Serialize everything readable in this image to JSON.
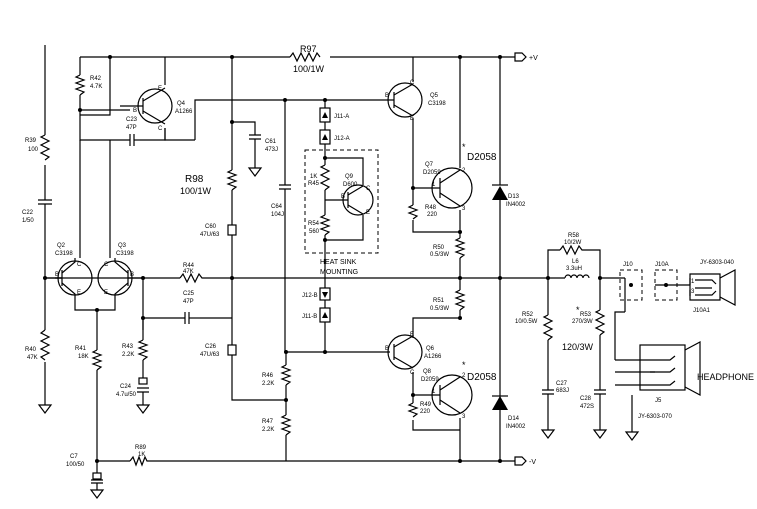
{
  "rails": {
    "pos": "+V",
    "neg": "-V"
  },
  "resistors": {
    "r97": {
      "ref": "R97",
      "value": "100/1W"
    },
    "r98": {
      "ref": "R98",
      "value": "100/1W"
    },
    "r42": {
      "ref": "R42",
      "value": "4.7K"
    },
    "r39": {
      "ref": "R39",
      "value": "100"
    },
    "r40": {
      "ref": "R40",
      "value": "47K"
    },
    "r41": {
      "ref": "R41",
      "value": "18K"
    },
    "r43": {
      "ref": "R43",
      "value": "2.2K"
    },
    "r44": {
      "ref": "R44",
      "value": "47K"
    },
    "r45": {
      "ref": "R45",
      "value": "1K"
    },
    "r54": {
      "ref": "R54",
      "value": "560"
    },
    "r46": {
      "ref": "R46",
      "value": "2.2K"
    },
    "r47": {
      "ref": "R47",
      "value": "2.2K"
    },
    "r48": {
      "ref": "R48",
      "value": "220"
    },
    "r49": {
      "ref": "R49",
      "value": "220"
    },
    "r50": {
      "ref": "R50",
      "value": "0.5/3W"
    },
    "r51": {
      "ref": "R51",
      "value": "0.5/3W"
    },
    "r52": {
      "ref": "R52",
      "value": "10/0.5W"
    },
    "r53": {
      "ref": "R53",
      "value": "270/3W",
      "note": "120/3W"
    },
    "r58": {
      "ref": "R58",
      "value": "10/2W"
    },
    "r89": {
      "ref": "R89",
      "value": "1K"
    }
  },
  "capacitors": {
    "c22": {
      "ref": "C22",
      "value": "1/50"
    },
    "c23": {
      "ref": "C23",
      "value": "47P"
    },
    "c61": {
      "ref": "C61",
      "value": "473J"
    },
    "c60": {
      "ref": "C60",
      "value": "47U/63"
    },
    "c64": {
      "ref": "C64",
      "value": "104J"
    },
    "c25": {
      "ref": "C25",
      "value": "47P"
    },
    "c26": {
      "ref": "C26",
      "value": "47U/63"
    },
    "c24": {
      "ref": "C24",
      "value": "4.7u/50"
    },
    "c7": {
      "ref": "C7",
      "value": "100/50"
    },
    "c27": {
      "ref": "C27",
      "value": "683J"
    },
    "c28": {
      "ref": "C28",
      "value": "472S"
    }
  },
  "transistors": {
    "q2": {
      "ref": "Q2",
      "part": "C3198"
    },
    "q3": {
      "ref": "Q3",
      "part": "C3198"
    },
    "q4": {
      "ref": "Q4",
      "part": "A1266"
    },
    "q5": {
      "ref": "Q5",
      "part": "C3198"
    },
    "q6": {
      "ref": "Q6",
      "part": "A1266"
    },
    "q7": {
      "ref": "Q7",
      "part": "D2059"
    },
    "q8": {
      "ref": "Q8",
      "part": "D2059"
    },
    "q9": {
      "ref": "Q9",
      "part": "D600"
    },
    "q7_note": "D2058",
    "q8_note": "D2058"
  },
  "diodes": {
    "d13": {
      "ref": "D13",
      "part": "IN4002"
    },
    "d14": {
      "ref": "D14",
      "part": "IN4002"
    }
  },
  "inductor": {
    "ref": "L6",
    "value": "3.3uH"
  },
  "connectors": {
    "j11a": "J11-A",
    "j12a": "J12-A",
    "j12b": "J12-B",
    "j11b": "J11-B",
    "j10": "J10",
    "j10a": "J10A",
    "j10a1": "J10A1",
    "jy040": "JY-6303-040",
    "j5": "J5",
    "jy070": "JY-6303-070"
  },
  "labels": {
    "heat_sink": "HEAT SINK",
    "mounting": "MOUNTING",
    "headphone": "HEADPHONE",
    "asterisk": "*"
  },
  "pin_labels": {
    "b": "B",
    "c": "C",
    "e": "E",
    "one": "1",
    "two": "2",
    "three": "3"
  },
  "colors": {
    "ink": "#000000",
    "background": "#ffffff"
  }
}
